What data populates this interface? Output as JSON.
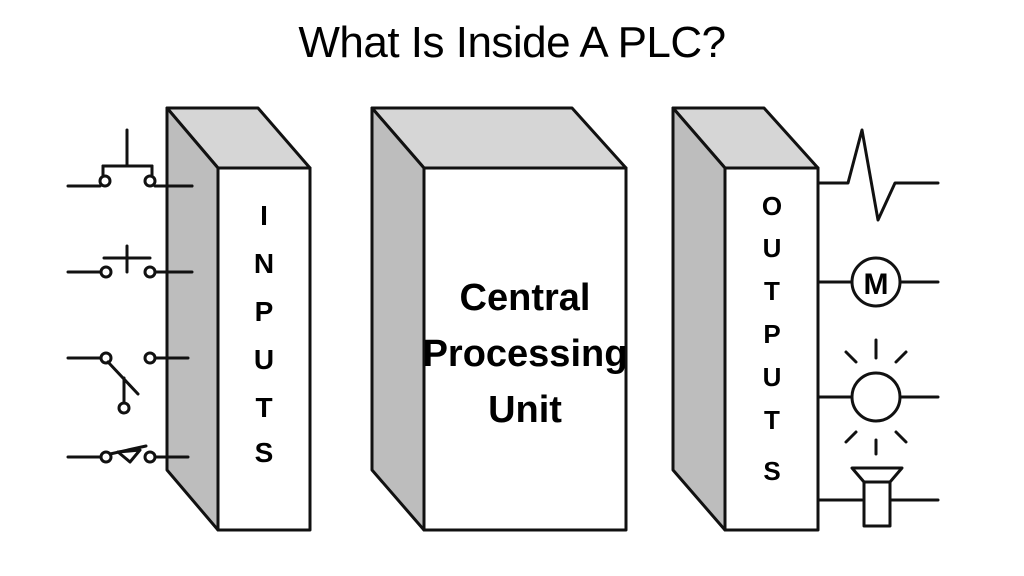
{
  "title": "What Is Inside A PLC?",
  "blocks": {
    "inputs": {
      "label": "INPUTS",
      "letters": [
        "I",
        "N",
        "P",
        "U",
        "T",
        "S"
      ]
    },
    "cpu": {
      "lines": [
        "Central",
        "Processing",
        "Unit"
      ]
    },
    "outputs": {
      "label": "OUTPUTS",
      "letters": [
        "O",
        "U",
        "T",
        "P",
        "U",
        "T",
        "S"
      ]
    }
  },
  "input_devices": [
    "pushbutton-nc-icon",
    "pushbutton-no-icon",
    "selector-switch-icon",
    "limit-switch-icon"
  ],
  "output_devices": {
    "solenoid": "solenoid-coil-icon",
    "motor": {
      "icon": "motor-icon",
      "label": "M"
    },
    "lamp": "lamp-icon",
    "horn": "horn-icon"
  },
  "colors": {
    "box_face": "#ffffff",
    "box_side": "#bdbdbd",
    "box_top": "#d6d6d6",
    "stroke": "#111111"
  }
}
